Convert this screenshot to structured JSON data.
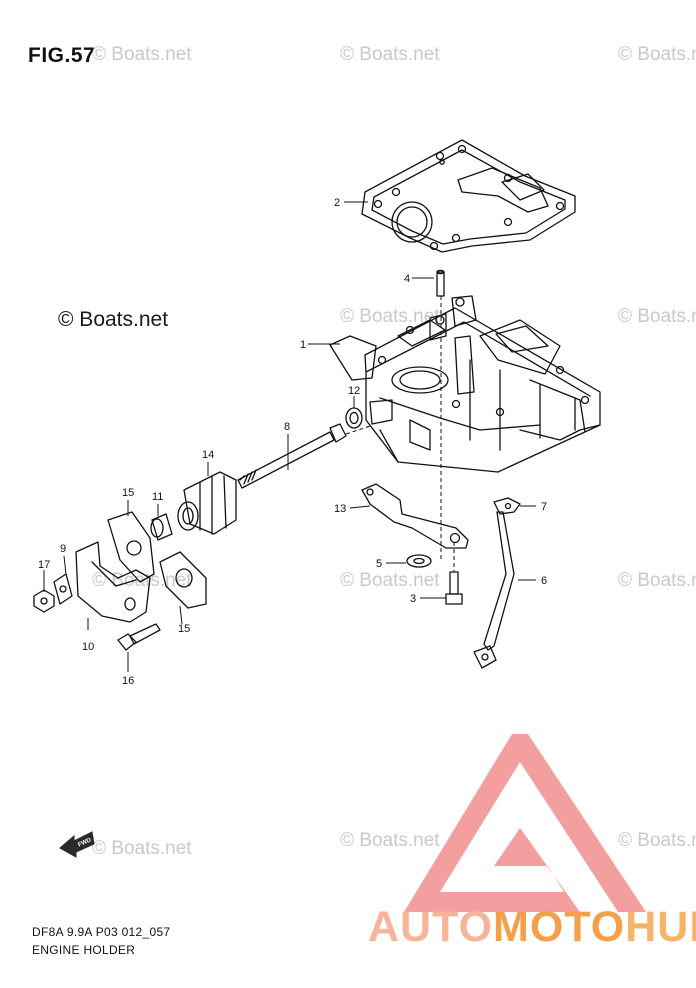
{
  "figure": {
    "title": "FIG.57",
    "code": "DF8A 9.9A P03 012_057",
    "name": "ENGINE HOLDER"
  },
  "watermarks": {
    "light": "© Boats.net",
    "primary": "© Boats.net"
  },
  "brand": {
    "part1": "AUTO",
    "part2": "MOTO",
    "part3": "HUB",
    "triangle_color": "#f08a8a",
    "color1": "#f6b49a",
    "color2": "#f4a04b",
    "color3": "#f5b46a"
  },
  "fwd_label": "FWD",
  "callouts": [
    "1",
    "2",
    "3",
    "4",
    "5",
    "6",
    "7",
    "8",
    "9",
    "10",
    "11",
    "12",
    "13",
    "14",
    "15",
    "15",
    "16",
    "17"
  ]
}
